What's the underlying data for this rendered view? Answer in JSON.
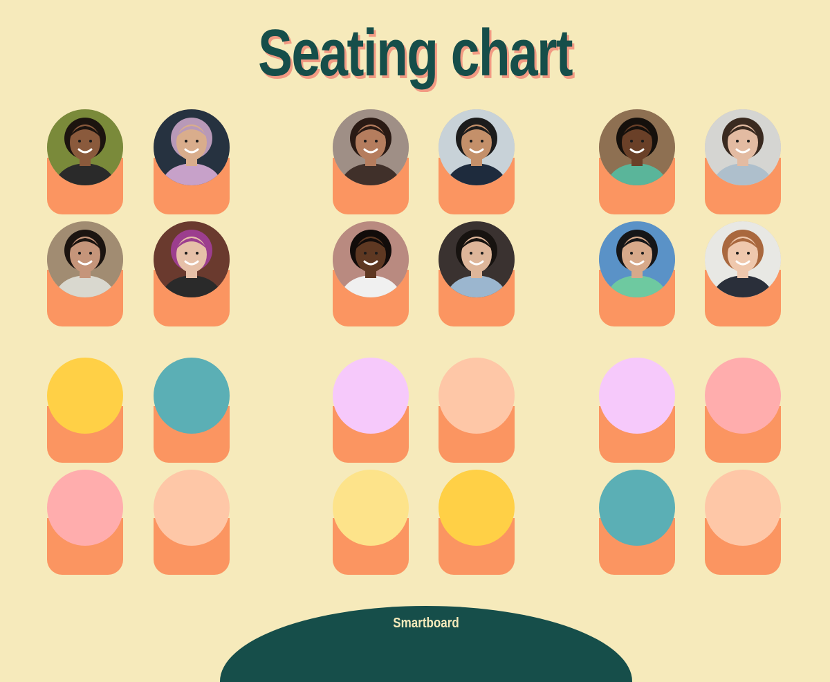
{
  "title": "Seating chart",
  "smartboard_label": "Smartboard",
  "seats": [
    {
      "kind": "photo",
      "colors": {
        "bg": "#7a8a3a",
        "skin": "#8a5a3c",
        "hair": "#1c140f",
        "shirt": "#2a2a2a"
      }
    },
    {
      "kind": "photo",
      "colors": {
        "bg": "#263240",
        "skin": "#d9ad8c",
        "hair": "#b899b8",
        "shirt": "#c7a1c9"
      }
    },
    {
      "kind": "photo",
      "colors": {
        "bg": "#9f8f86",
        "skin": "#b57d5e",
        "hair": "#2a1a14",
        "shirt": "#40302a"
      }
    },
    {
      "kind": "photo",
      "colors": {
        "bg": "#c8d2d8",
        "skin": "#c4906a",
        "hair": "#1c1c1c",
        "shirt": "#1e2b3d"
      }
    },
    {
      "kind": "photo",
      "colors": {
        "bg": "#8e7052",
        "skin": "#6a4028",
        "hair": "#15100c",
        "shirt": "#5ab59a"
      }
    },
    {
      "kind": "photo",
      "colors": {
        "bg": "#d5d5d2",
        "skin": "#e3bba2",
        "hair": "#3a2a20",
        "shirt": "#aebfcc"
      }
    },
    {
      "kind": "photo",
      "colors": {
        "bg": "#a18c72",
        "skin": "#c5957a",
        "hair": "#1b1410",
        "shirt": "#d9d8cf"
      }
    },
    {
      "kind": "photo",
      "colors": {
        "bg": "#6a3a2e",
        "skin": "#e6c0a8",
        "hair": "#9c3e8e",
        "shirt": "#2a2a2a"
      }
    },
    {
      "kind": "photo",
      "colors": {
        "bg": "#b98a80",
        "skin": "#5e3822",
        "hair": "#120c0a",
        "shirt": "#f0f0f0"
      }
    },
    {
      "kind": "photo",
      "colors": {
        "bg": "#3a3230",
        "skin": "#deb69a",
        "hair": "#171310",
        "shirt": "#9bb6cf"
      }
    },
    {
      "kind": "photo",
      "colors": {
        "bg": "#5a92c7",
        "skin": "#d7a98a",
        "hair": "#161618",
        "shirt": "#6ec9a0"
      }
    },
    {
      "kind": "photo",
      "colors": {
        "bg": "#e8e8e4",
        "skin": "#efc8ad",
        "hair": "#a9683e",
        "shirt": "#2a2f3a"
      }
    },
    {
      "kind": "color",
      "color": "#ffd046"
    },
    {
      "kind": "color",
      "color": "#5bafb5"
    },
    {
      "kind": "color",
      "color": "#f6c9fb"
    },
    {
      "kind": "color",
      "color": "#fec7a7"
    },
    {
      "kind": "color",
      "color": "#f6c9fb"
    },
    {
      "kind": "color",
      "color": "#ffadad"
    },
    {
      "kind": "color",
      "color": "#ffadad"
    },
    {
      "kind": "color",
      "color": "#fec7a7"
    },
    {
      "kind": "color",
      "color": "#fde38a"
    },
    {
      "kind": "color",
      "color": "#ffd046"
    },
    {
      "kind": "color",
      "color": "#5bafb5"
    },
    {
      "kind": "color",
      "color": "#fec7a7"
    }
  ]
}
